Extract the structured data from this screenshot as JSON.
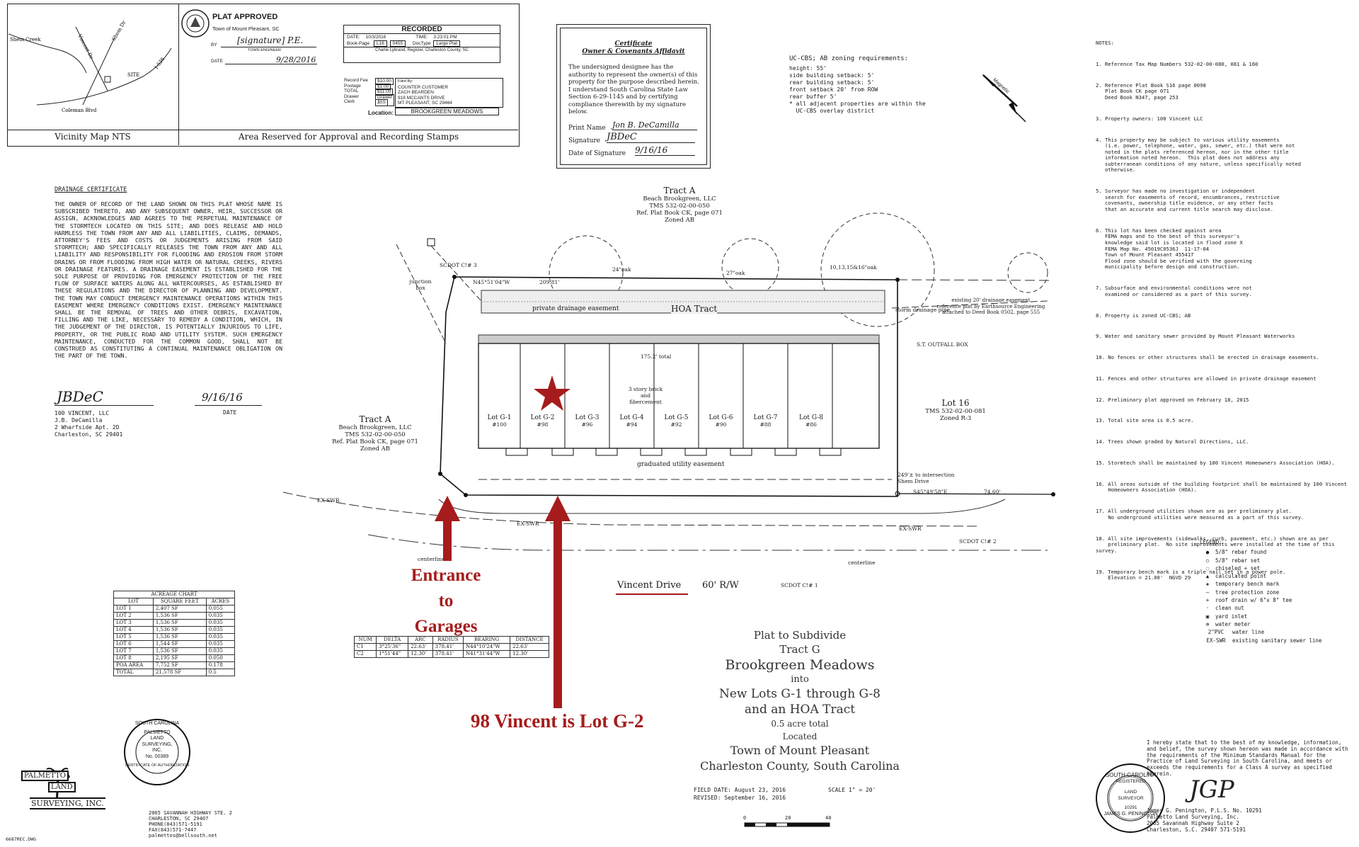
{
  "header": {
    "vicinity_label": "Vicinity Map   NTS",
    "area_reserved_label": "Area Reserved for Approval and Recording Stamps",
    "vicinity_streets": [
      "Shem Creek",
      "Vincent Dr",
      "Shem Dr",
      "SITE",
      "I-526",
      "Coleman Blvd"
    ],
    "plat_approved": {
      "title": "PLAT APPROVED",
      "town": "Town of Mount Pleasant, SC",
      "by": "BY",
      "signature": "[signature] P.E.",
      "role": "TOWN ENGINEER",
      "date_label": "DATE",
      "date_value": "9/28/2016"
    },
    "recorded": {
      "title": "RECORDED",
      "date_label": "DATE:",
      "date": "10/3/2016",
      "time_label": "TIME:",
      "time": "3:23:01 PM",
      "book_label": "Book-Page",
      "book": "L16",
      "page": "0455",
      "doctype_label": "DocType",
      "doctype": "Large Plat",
      "register": "Charlie Lybrand, Register, Charleston County, SC",
      "fees": [
        {
          "label": "Record Fee",
          "value": "$10.00"
        },
        {
          "label": "Postage",
          "value": "$1.00"
        },
        {
          "label": "TOTAL",
          "value": "$11.00"
        },
        {
          "label": "Drawer",
          "value": "Drawer 1"
        },
        {
          "label": "Clerk",
          "value": "JSS"
        }
      ],
      "filed_by_label": "Filed By:",
      "filed_by": [
        "COUNTER CUSTOMER",
        "ZACH BEARDEN",
        "918 MCCANTS DRIVE",
        "MT PLEASANT, SC 29464"
      ],
      "location_label": "Location:",
      "location": "BROOKGREEN MEADOWS"
    }
  },
  "certificate": {
    "title": "Certificate",
    "subtitle": "Owner & Covenants Affidavit",
    "body": "The undersigned designee has the authority to represent the owner(s) of this property for the purpose described herein. I understand South Carolina State Law Section 6-29-1145 and by certifying compliance therewith by my signature below.",
    "print_name_label": "Print Name",
    "print_name": "Jon B. DeCamilla",
    "signature_label": "Signature",
    "signature": "JBDeC",
    "date_label": "Date of Signature",
    "date": "9/16/16"
  },
  "zoning": {
    "title": "UC-CBS; AB zoning requirements:",
    "lines": [
      "height: 55'",
      "side building setback: 5'",
      "rear building setback: 5'",
      "front setback 20' from ROW",
      "rear buffer 5'",
      "* all adjacent properties are within the",
      "  UC-CBS overlay district"
    ]
  },
  "notes": {
    "title": "NOTES:",
    "items": [
      "1. Reference Tax Map Numbers 532-02-00-080, 081 & 160",
      "2. Reference Plat Book S16 page 0098\n   Plat Book CK page 071\n   Deed Book N347, page 253",
      "3. Property owners: 100 Vincent LLC",
      "4. This property may be subject to various utility easements\n   (i.e. power, telephone, water, gas, sewer, etc.) that were not\n   noted in the plats referenced hereon, nor in the other title\n   information noted hereon.  This plat does not address any\n   subterranean conditions of any nature, unless specifically noted\n   otherwise.",
      "5. Surveyor has made no investigation or independent\n   search for easements of record, encumbrances, restrictive\n   covenants, ownership title evidence, or any other facts\n   that an accurate and current title search may disclose.",
      "6. This lot has been checked against area\n   FEMA maps and to the best of this surveyor's\n   knowledge said lot is located in flood zone X\n   FEMA Map No. 45019C0536J  11-17-04\n   Town of Mount Pleasant 455417\n   Flood zone should be verified with the governing\n   municipality before design and construction.",
      "7. Subsurface and environmental conditions were not\n   examined or considered as a part of this survey.",
      "8. Property is zoned UC-CBS; AB",
      "9. Water and sanitary sewer provided by Mount Pleasant Waterworks",
      "10. No fences or other structures shall be erected in drainage easements.",
      "11. Fences and other structures are allowed in private drainage easement",
      "12. Preliminary plat approved on February 18, 2015",
      "13. Total site area is 0.5 acre.",
      "14. Trees shown graded by Natural Directions, LLC.",
      "15. Stormtech shall be maintained by 100 Vincent Homeowners Association (HOA).",
      "16. All areas outside of the building footprint shall be maintained by 100 Vincent\n    Homeowners Association (HOA).",
      "17. All underground utilities shown are as per preliminary plat.\n    No underground utilities were measured as a part of this survey.",
      "18. All site improvements (sidewalks, curb, pavement, etc.) shown are as per\n    preliminary plat.  No site improvements were installed at the time of this survey.",
      "19. Temporary bench mark is a triple nail set in a power pole.\n    Elevation = 21.00'  NGVD 29"
    ]
  },
  "drainage": {
    "title": "DRAINAGE CERTIFICATE",
    "body": "THE OWNER OF RECORD OF THE LAND SHOWN ON THIS PLAT WHOSE NAME IS SUBSCRIBED THERETO, AND ANY SUBSEQUENT OWNER, HEIR, SUCCESSOR OR ASSIGN, ACKNOWLEDGES AND AGREES TO THE PERPETUAL MAINTENANCE OF THE STORMTECH LOCATED ON THIS SITE; AND DOES RELEASE AND HOLD HARMLESS THE TOWN FROM ANY AND ALL LIABILITIES, CLAIMS, DEMANDS, ATTORNEY'S FEES AND COSTS OR JUDGEMENTS ARISING FROM SAID STORMTECH; AND SPECIFICALLY RELEASES THE TOWN FROM ANY AND ALL LIABILITY AND RESPONSIBILITY FOR FLOODING AND EROSION FROM STORM DRAINS OR FROM FLOODING FROM HIGH WATER OR NATURAL CREEKS, RIVERS OR DRAINAGE FEATURES. A DRAINAGE EASEMENT IS ESTABLISHED FOR THE SOLE PURPOSE OF PROVIDING FOR EMERGENCY PROTECTION OF THE FREE FLOW OF SURFACE WATERS ALONG ALL WATERCOURSES, AS ESTABLISHED BY THESE REGULATIONS AND THE DIRECTOR OF PLANNING AND DEVELOPMENT. THE TOWN MAY CONDUCT EMERGENCY MAINTENANCE OPERATIONS WITHIN THIS EASEMENT WHERE EMERGENCY CONDITIONS EXIST. EMERGENCY MAINTENANCE SHALL BE THE REMOVAL OF TREES AND OTHER DEBRIS, EXCAVATION, FILLING AND THE LIKE, NECESSARY TO REMEDY A CONDITION, WHICH, IN THE JUDGEMENT OF THE DIRECTOR, IS POTENTIALLY INJURIOUS TO LIFE, PROPERTY, OR THE PUBLIC ROAD AND UTILITY SYSTEM. SUCH EMERGENCY MAINTENANCE, CONDUCTED FOR THE COMMON GOOD, SHALL NOT BE CONSTRUED AS CONSTITUTING A CONTINUAL MAINTENANCE OBLIGATION ON THE PART OF THE TOWN.",
    "sig_date": "9/16/16",
    "date_label": "DATE",
    "owner_lines": [
      "100 VINCENT, LLC",
      "J.B. DeCamilla",
      "2 Wharfside Apt. 2D",
      "Charleston, SC 29401"
    ]
  },
  "site": {
    "tract_a_top": [
      "Tract A",
      "Beach Brookgreen, LLC",
      "TMS 532-02-00-050",
      "Ref. Plat Book CK, page 071",
      "Zoned AB"
    ],
    "tract_a_left": [
      "Tract A",
      "Beach Brookgreen, LLC",
      "TMS 532-02-00-050",
      "Ref. Plat Book CK, page 071",
      "Zoned AB"
    ],
    "lot16": [
      "Lot 16",
      "TMS 532-02-00-081",
      "Zoned R-3"
    ],
    "lots": [
      {
        "name": "Lot G-1",
        "addr": "#100"
      },
      {
        "name": "Lot G-2",
        "addr": "#98"
      },
      {
        "name": "Lot G-3",
        "addr": "#96"
      },
      {
        "name": "Lot G-4",
        "addr": "#94"
      },
      {
        "name": "Lot G-5",
        "addr": "#92"
      },
      {
        "name": "Lot G-6",
        "addr": "#90"
      },
      {
        "name": "Lot G-7",
        "addr": "#88"
      },
      {
        "name": "Lot G-8",
        "addr": "#86"
      }
    ],
    "building_note": "3 story brick and fibercement",
    "hoa_tract": "HOA Tract",
    "private_drainage": "private drainage easement",
    "graduated_utility": "graduated utility easement",
    "storm_pipe": "storm drainage pipe",
    "st_outfall": "S.T. OUTFALL BOX",
    "existing_easement": "existing 20' drainage easement\nreference plat by Earthsource Engineering\nattached to Deed Book 0502, page 555",
    "junction_box": "junction box",
    "scdot_top": "SCDOT C!# 3",
    "scdot_right": "SCDOT C!# 2",
    "scdot_bottom": "SCDOT C!# 1",
    "bearing_top": "N45°51'04\"W",
    "dist_top": "209.81'",
    "bearing_bottom_right": "S45°49'58\"E",
    "dist_bottom_right": "74.60'",
    "to_intersection": "249'± to intersection\nShem Drive",
    "tree_24": "24\"oak",
    "tree_27": "27\"oak",
    "tree_cluster": "10,13,15&16\"oak",
    "ex_swr": "EX-SWR",
    "centerline": "centerline",
    "total_label": "175.2' total"
  },
  "road": {
    "name": "Vincent Drive",
    "row": "60' R/W"
  },
  "title_block": {
    "lines": [
      "Plat to Subdivide",
      "Tract G",
      "Brookgreen Meadows",
      "into",
      "New Lots G-1 through G-8",
      "and an HOA Tract",
      "0.5 acre total",
      "Located",
      "Town of Mount Pleasant",
      "Charleston County, South Carolina"
    ],
    "field_date": "FIELD DATE:  August 23, 2016",
    "revised": "REVISED:  September 16, 2016",
    "scale": "SCALE 1\" = 20'",
    "scale_ticks": [
      "0",
      "20",
      "40"
    ]
  },
  "acreage": {
    "title": "ACREAGE CHART",
    "headers": [
      "LOT",
      "SQUARE FEET",
      "ACRES"
    ],
    "rows": [
      [
        "LOT 1",
        "2,407 SF",
        "0.055"
      ],
      [
        "LOT 2",
        "1,536 SF",
        "0.035"
      ],
      [
        "LOT 3",
        "1,536 SF",
        "0.035"
      ],
      [
        "LOT 4",
        "1,536 SF",
        "0.035"
      ],
      [
        "LOT 5",
        "1,536 SF",
        "0.035"
      ],
      [
        "LOT 6",
        "1,544 SF",
        "0.035"
      ],
      [
        "LOT 7",
        "1,536 SF",
        "0.035"
      ],
      [
        "LOT 8",
        "2,195 SF",
        "0.050"
      ],
      [
        "POA AREA",
        "7,752 SF",
        "0.178"
      ],
      [
        "TOTAL",
        "21,578 SF",
        "0.5"
      ]
    ]
  },
  "curve_table": {
    "headers": [
      "NUM",
      "DELTA",
      "ARC",
      "RADIUS",
      "BEARING",
      "DISTANCE"
    ],
    "rows": [
      [
        "C1",
        "3°25'36\"",
        "22.63'",
        "378.41'",
        "N44°10'24\"W",
        "22.63'"
      ],
      [
        "C2",
        "1°51'44\"",
        "12.30'",
        "378.41'",
        "N41°31'44\"W",
        "12.30'"
      ]
    ]
  },
  "annotations": {
    "entrance": [
      "Entrance",
      "to",
      "Garages"
    ],
    "lot_callout": "98 Vincent is Lot G-2",
    "color": "#a61c1c"
  },
  "legend": {
    "title": "LEGEND:",
    "items": [
      {
        "sym": "●",
        "label": "5/8\" rebar found"
      },
      {
        "sym": "○",
        "label": "5/8\" rebar set"
      },
      {
        "sym": "◌",
        "label": "chiseled + set"
      },
      {
        "sym": "▲",
        "label": "calculated point"
      },
      {
        "sym": "◈",
        "label": "temporary bench mark"
      },
      {
        "sym": "—",
        "label": "tree protection zone"
      },
      {
        "sym": "+",
        "label": "roof drain w/ 6\"x 8\" tee"
      },
      {
        "sym": "◦",
        "label": "clean out"
      },
      {
        "sym": "▣",
        "label": "yard inlet"
      },
      {
        "sym": "⊕",
        "label": "water meter"
      },
      {
        "sym": "2\"PVC",
        "label": "water line"
      },
      {
        "sym": "EX-SWR",
        "label": "existing sanitary sewer line"
      }
    ]
  },
  "surveyor": {
    "cert": "I hereby state that to the best of my knowledge, information, and belief, the survey shown hereon was made in accordance with the requirements of the Minimum Standards Manual for the Practice of Land Surveying in South Carolina, and meets or exceeds the requirements for a Class A survey as specified therein.",
    "lines": [
      "James G. Penington, P.L.S. No. 10291",
      "Palmetto Land Surveying, Inc.",
      "2065 Savannah Highway Suite 2",
      "Charleston, S.C.   29407   571-5191"
    ],
    "seal_text": [
      "SOUTH CAROLINA",
      "REGISTERED",
      "LAND",
      "SURVEYOR",
      "10291",
      "JAMES G. PENINGTON"
    ]
  },
  "company": {
    "seal_lines": [
      "SOUTH CAROLINA",
      "PALMETTO",
      "LAND",
      "SURVEYING,",
      "INC.",
      "No. 00389",
      "CERTIFICATE OF AUTHORIZATION"
    ],
    "logo": [
      "PALMETTO",
      "LAND",
      "SURVEYING, INC."
    ],
    "address": [
      "2065 SAVANNAH HIGHWAY STE. 2",
      "CHARLESTON, SC 29407",
      "PHONE(843)571-5191",
      "FAX(843)571-7447",
      "palmettos@bellsouth.net"
    ],
    "drawing_id": "6687REC.DWG"
  },
  "north_label": "Magnetic"
}
